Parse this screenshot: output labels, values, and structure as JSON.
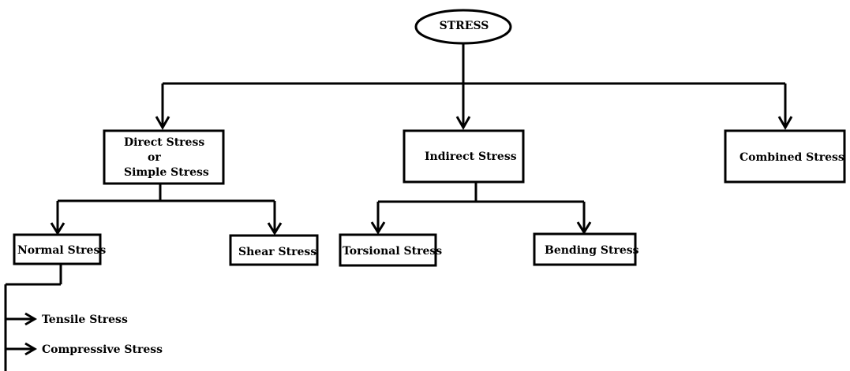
{
  "root": {
    "label": "STRESS"
  },
  "categories": {
    "direct": {
      "lines": [
        "Direct Stress",
        "or",
        "Simple Stress"
      ]
    },
    "indirect": {
      "label": "Indirect Stress"
    },
    "combined": {
      "label": "Combined Stress"
    }
  },
  "direct_children": {
    "normal": {
      "label": "Normal Stress"
    },
    "shear": {
      "label": "Shear Stress"
    }
  },
  "indirect_children": {
    "torsional": {
      "label": "Torsional Stress"
    },
    "bending": {
      "label": "Bending Stress"
    }
  },
  "normal_children": [
    {
      "label": "Tensile Stress"
    },
    {
      "label": "Compressive Stress"
    }
  ],
  "colors": {
    "stroke": "#000000",
    "background": "#ffffff"
  }
}
